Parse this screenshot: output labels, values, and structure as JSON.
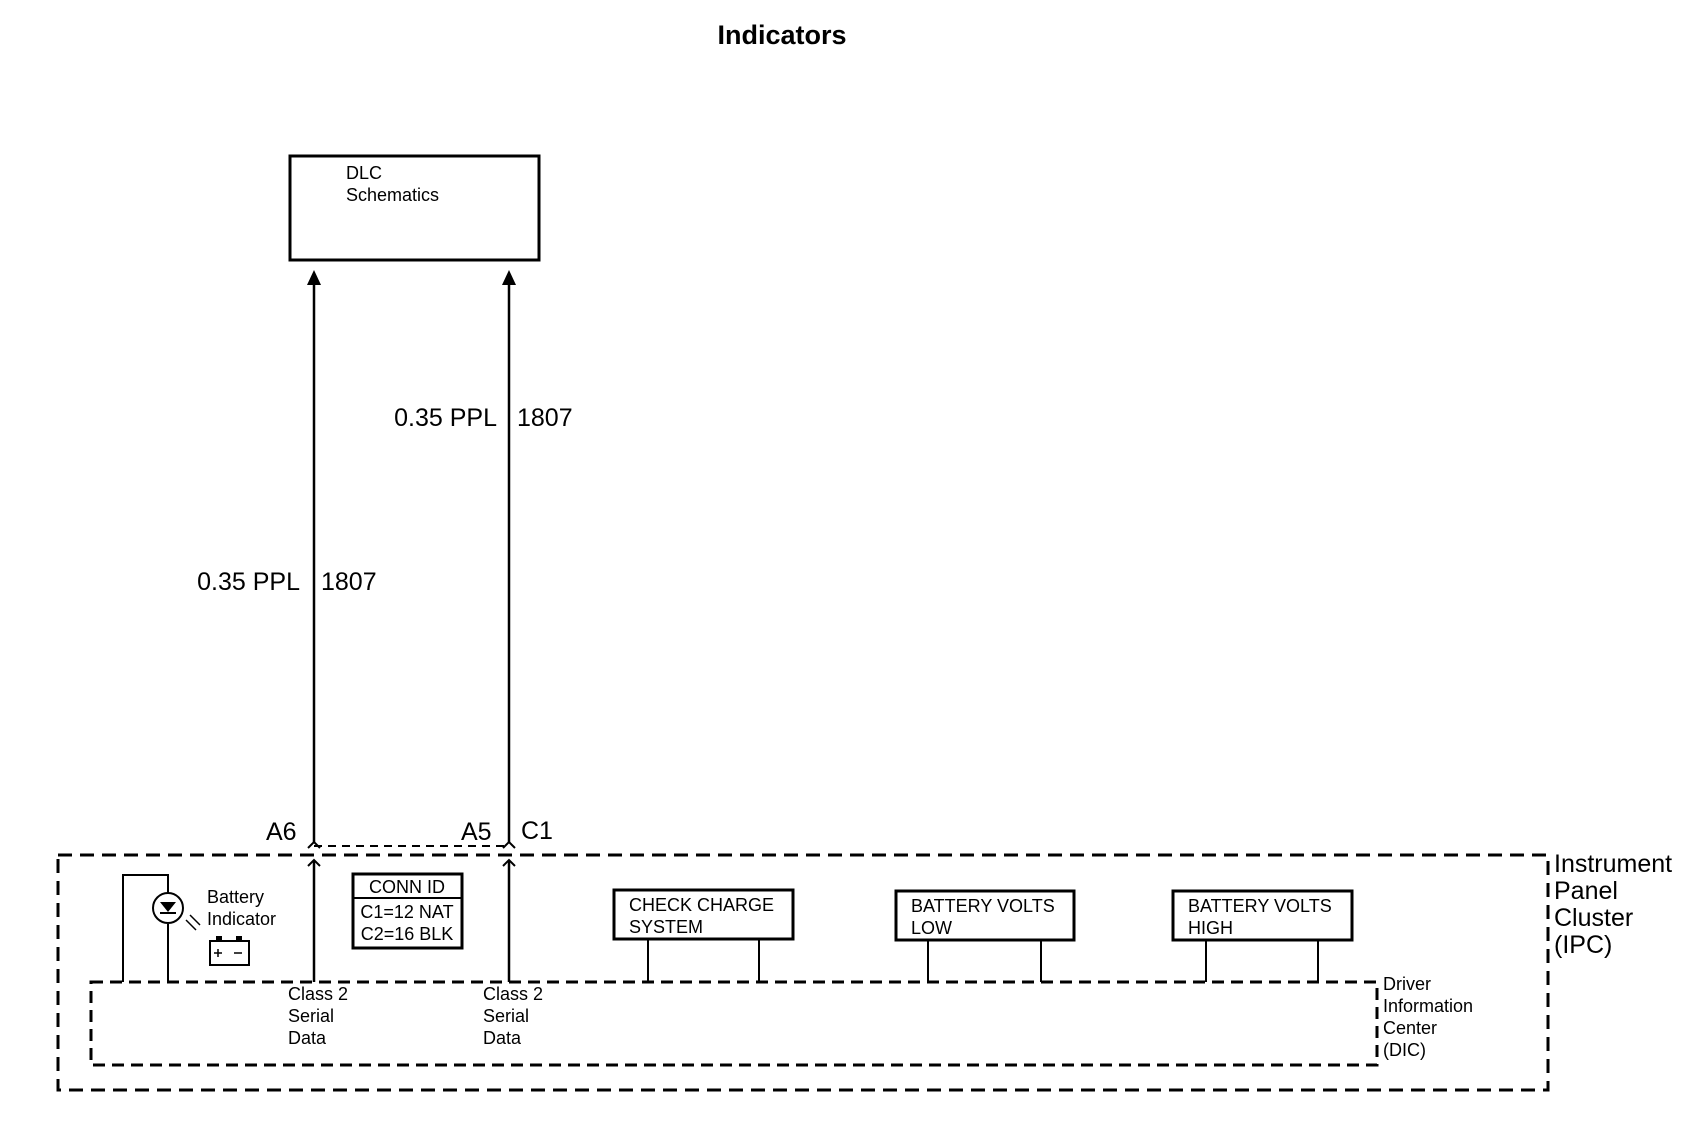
{
  "title": "Indicators",
  "dlc_box": {
    "line1": "DLC",
    "line2": "Schematics"
  },
  "wires": [
    {
      "gauge_color": "0.35 PPL",
      "circuit": "1807"
    },
    {
      "gauge_color": "0.35 PPL",
      "circuit": "1807"
    }
  ],
  "pins": {
    "a6": "A6",
    "a5": "A5",
    "c1": "C1"
  },
  "battery_indicator": {
    "line1": "Battery",
    "line2": "Indicator"
  },
  "conn_id": {
    "header": "CONN ID",
    "row1": "C1=12 NAT",
    "row2": "C2=16 BLK"
  },
  "serial_data_labels": [
    {
      "line1": "Class 2",
      "line2": "Serial",
      "line3": "Data"
    },
    {
      "line1": "Class 2",
      "line2": "Serial",
      "line3": "Data"
    }
  ],
  "dic_messages": [
    {
      "line1": "CHECK CHARGE",
      "line2": "SYSTEM"
    },
    {
      "line1": "BATTERY VOLTS",
      "line2": "LOW"
    },
    {
      "line1": "BATTERY VOLTS",
      "line2": "HIGH"
    }
  ],
  "ipc_label": {
    "line1": "Instrument",
    "line2": "Panel",
    "line3": "Cluster",
    "line4": "(IPC)"
  },
  "dic_label": {
    "line1": "Driver",
    "line2": "Information",
    "line3": "Center",
    "line4": "(DIC)"
  }
}
